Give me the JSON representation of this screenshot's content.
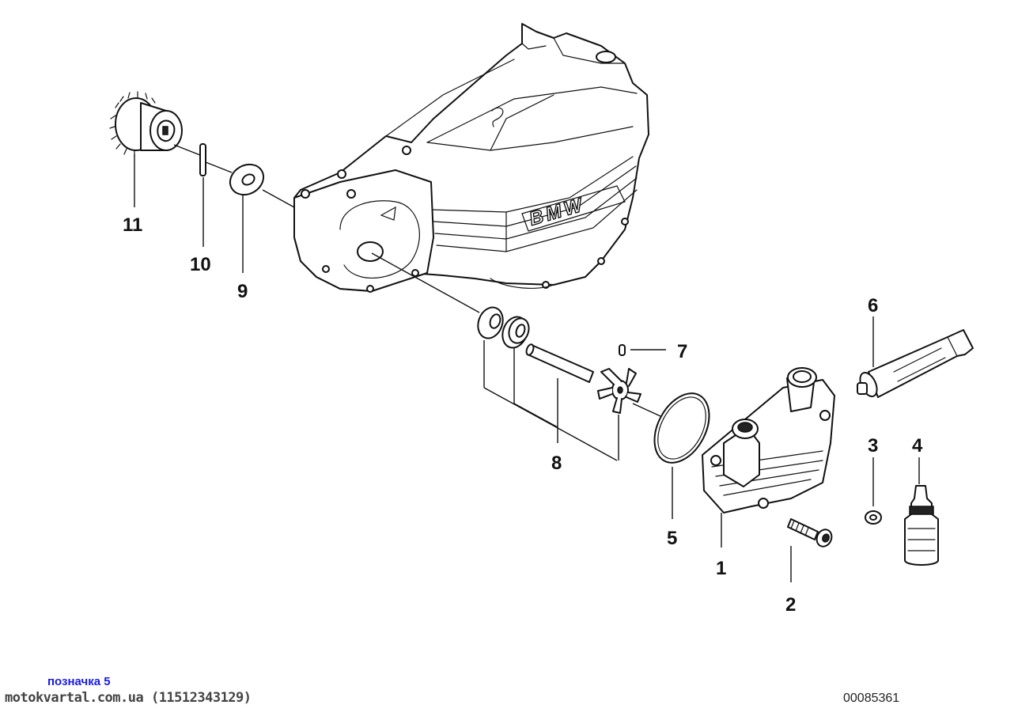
{
  "diagram": {
    "callouts": [
      "1",
      "2",
      "3",
      "4",
      "5",
      "6",
      "7",
      "8",
      "9",
      "10",
      "11"
    ],
    "logo_text": "BMW"
  },
  "footer": {
    "title": "позначка 5",
    "source": "motokvartal.com.ua (11512343129)",
    "code": "00085361"
  },
  "colors": {
    "line": "#111111",
    "caption_title": "#1a1ae0",
    "caption_source": "#444444"
  }
}
